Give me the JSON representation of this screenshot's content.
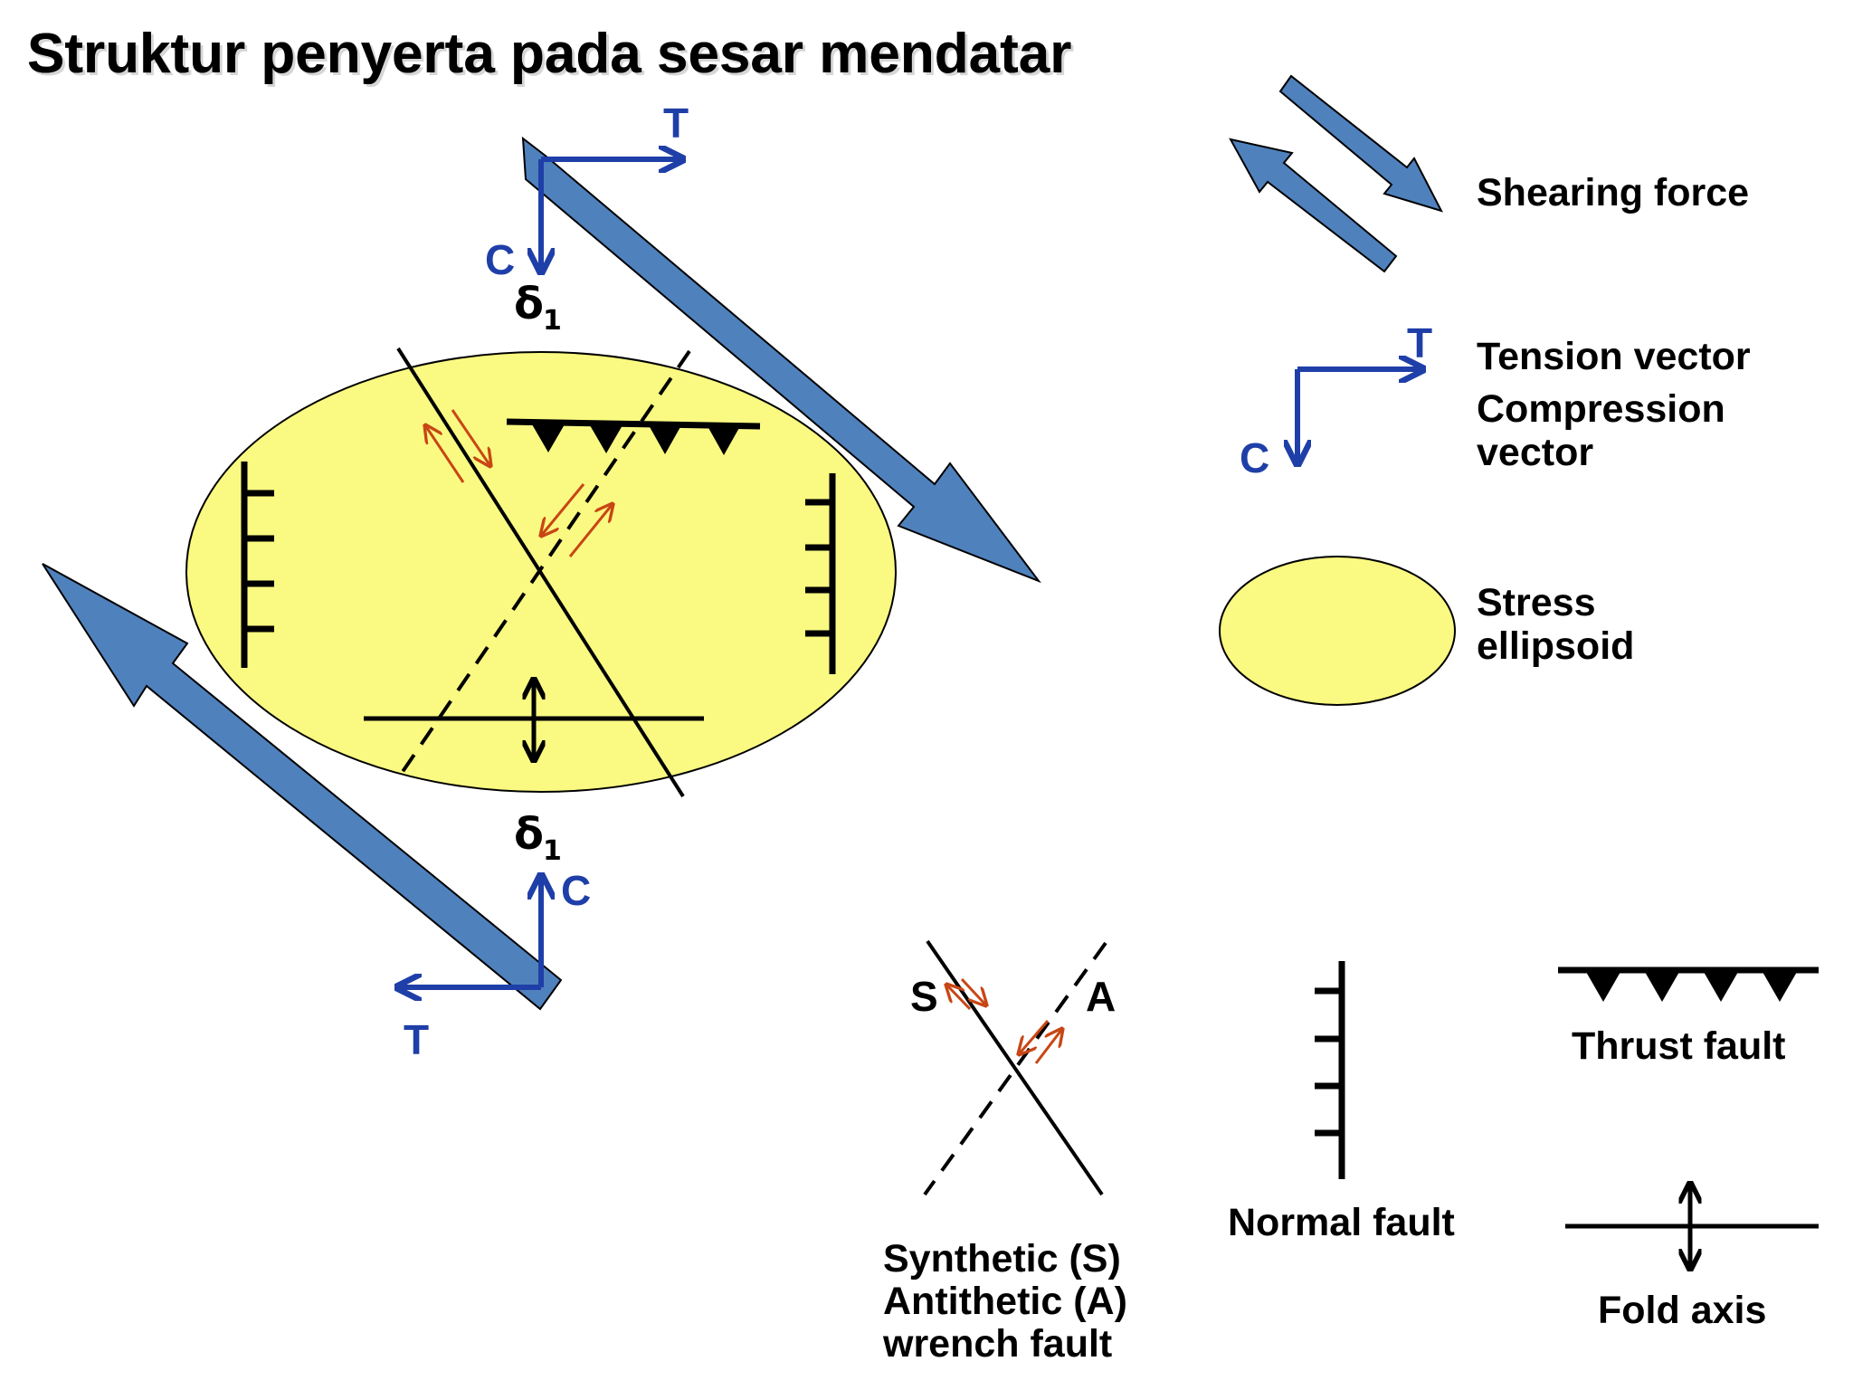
{
  "title": "Struktur penyerta pada sesar mendatar",
  "colors": {
    "shear_arrow": "#4f81bd",
    "vector": "#1f3fa8",
    "ellipse_fill": "#fafa82",
    "slip_arrow": "#c84614",
    "line": "#000000"
  },
  "labels": {
    "tension": "T",
    "compression": "C",
    "delta": "δ",
    "delta_sub": "1",
    "synthetic_letter": "S",
    "antithetic_letter": "A"
  },
  "legend": {
    "shearing_force": "Shearing force",
    "tension_vector": "Tension vector",
    "compression_vector_line1": "Compression",
    "compression_vector_line2": "vector",
    "stress_line1": "Stress",
    "stress_line2": "ellipsoid",
    "wrench_line1": "Synthetic (S)",
    "wrench_line2": "Antithetic (A)",
    "wrench_line3": "wrench fault",
    "normal_fault": "Normal fault",
    "thrust_fault": "Thrust fault",
    "fold_axis": "Fold axis"
  },
  "icons": [
    "shear-arrow-icon",
    "vector-pair-icon",
    "ellipse-icon",
    "thrust-triangle-icon",
    "normal-fault-tick-icon",
    "fold-axis-icon",
    "slip-arrow-icon"
  ]
}
